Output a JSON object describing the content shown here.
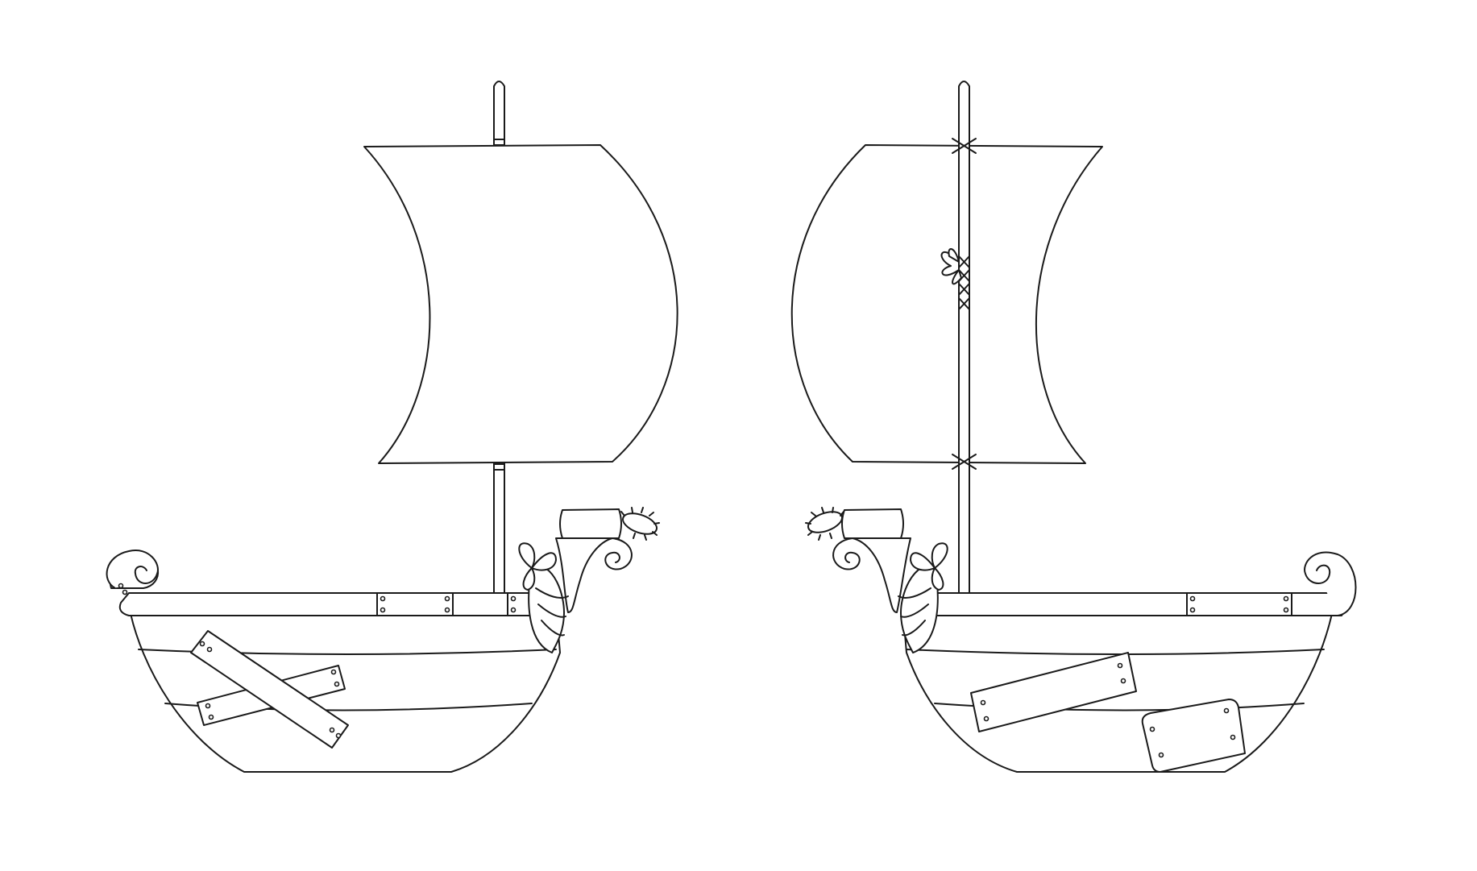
{
  "illustration": {
    "background_color": "#ffffff",
    "line_color": "#1a1a1a",
    "ships": [
      {
        "name": "ship-left",
        "sail": "square",
        "hull_patches": 2
      },
      {
        "name": "ship-right",
        "sail": "square",
        "hull_patches": 2
      }
    ]
  }
}
